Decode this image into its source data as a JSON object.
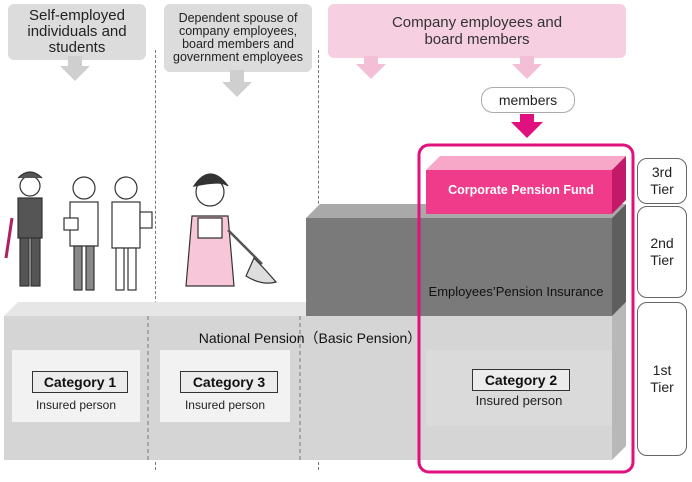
{
  "groups": {
    "self_employed": "Self-employed individuals and students",
    "dependent_spouse": "Dependent spouse of company employees, board members and government employees",
    "company_employees": "Company employees and board members",
    "members": "members"
  },
  "tiers": {
    "third": "3rd Tier",
    "second": "2nd Tier",
    "first": "1st Tier"
  },
  "layers": {
    "corporate": "Corporate Pension Fund",
    "employees_pension": "Employees’Pension Insurance",
    "national_pension": "National Pension（Basic Pension）"
  },
  "categories": [
    {
      "title": "Category 1",
      "sub": "Insured person"
    },
    {
      "title": "Category 3",
      "sub": "Insured person"
    },
    {
      "title": "Category 2",
      "sub": "Insured person"
    }
  ],
  "colors": {
    "pink_accent": "#e0117e",
    "pink_fund": "#ef3b8a",
    "pink_light": "#f6cfe0",
    "gray_dark": "#7a7a7a",
    "gray_mid": "#9a9a9a",
    "gray_light": "#d5d5d5"
  }
}
